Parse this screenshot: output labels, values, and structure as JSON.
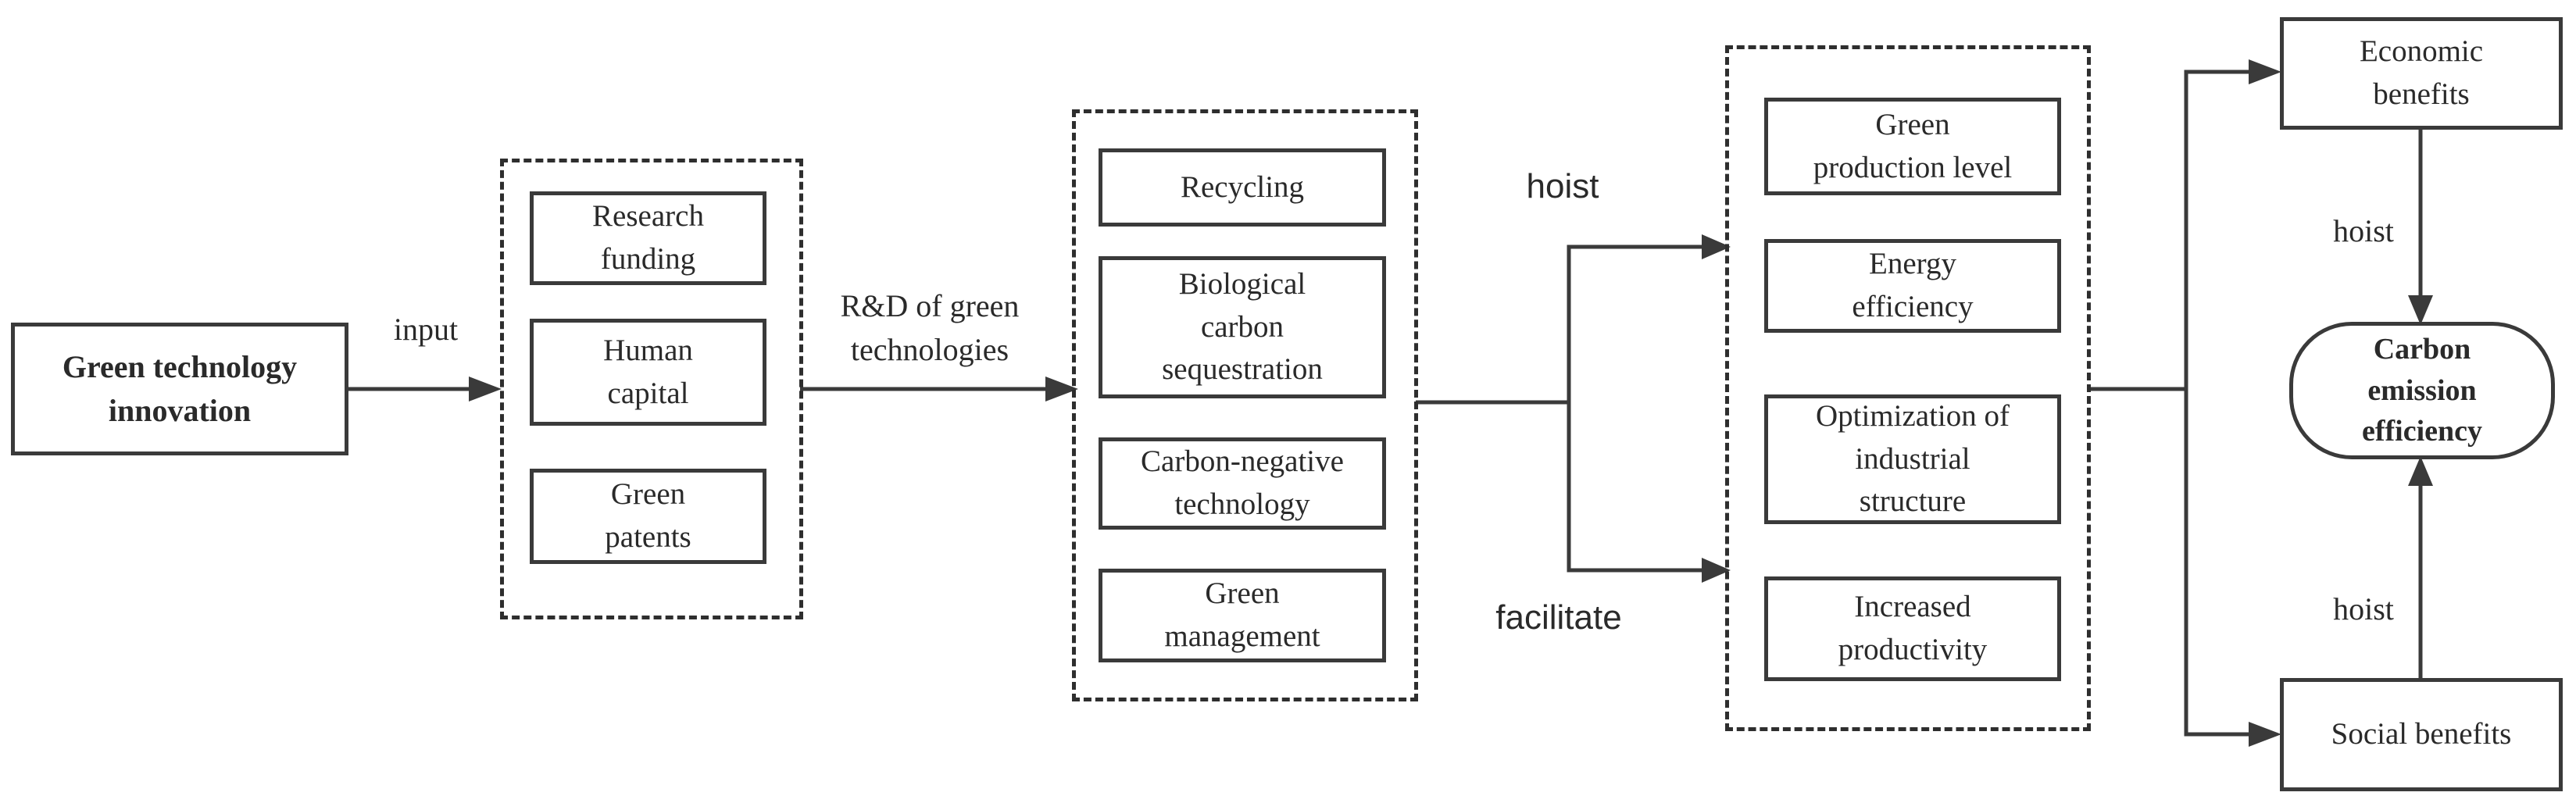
{
  "start": {
    "label": "Green technology\ninnovation"
  },
  "inputs": [
    "Research\nfunding",
    "Human\ncapital",
    "Green\npatents"
  ],
  "rd_methods": [
    "Recycling",
    "Biological\ncarbon\nsequestration",
    "Carbon-negative\ntechnology",
    "Green\nmanagement"
  ],
  "effects": [
    "Green\nproduction level",
    "Energy\nefficiency",
    "Optimization of\nindustrial\nstructure",
    "Increased\nproductivity"
  ],
  "benefits": {
    "economic": "Economic\nbenefits",
    "social": "Social benefits"
  },
  "target": {
    "label": "Carbon\nemission\nefficiency"
  },
  "edge_labels": {
    "input": "input",
    "rd": "R&D of green\ntechnologies",
    "hoist_top": "hoist",
    "facilitate": "facilitate",
    "hoist_economic": "hoist",
    "hoist_social": "hoist"
  },
  "colors": {
    "stroke": "#3a3a3a",
    "text": "#2a2a2a"
  }
}
